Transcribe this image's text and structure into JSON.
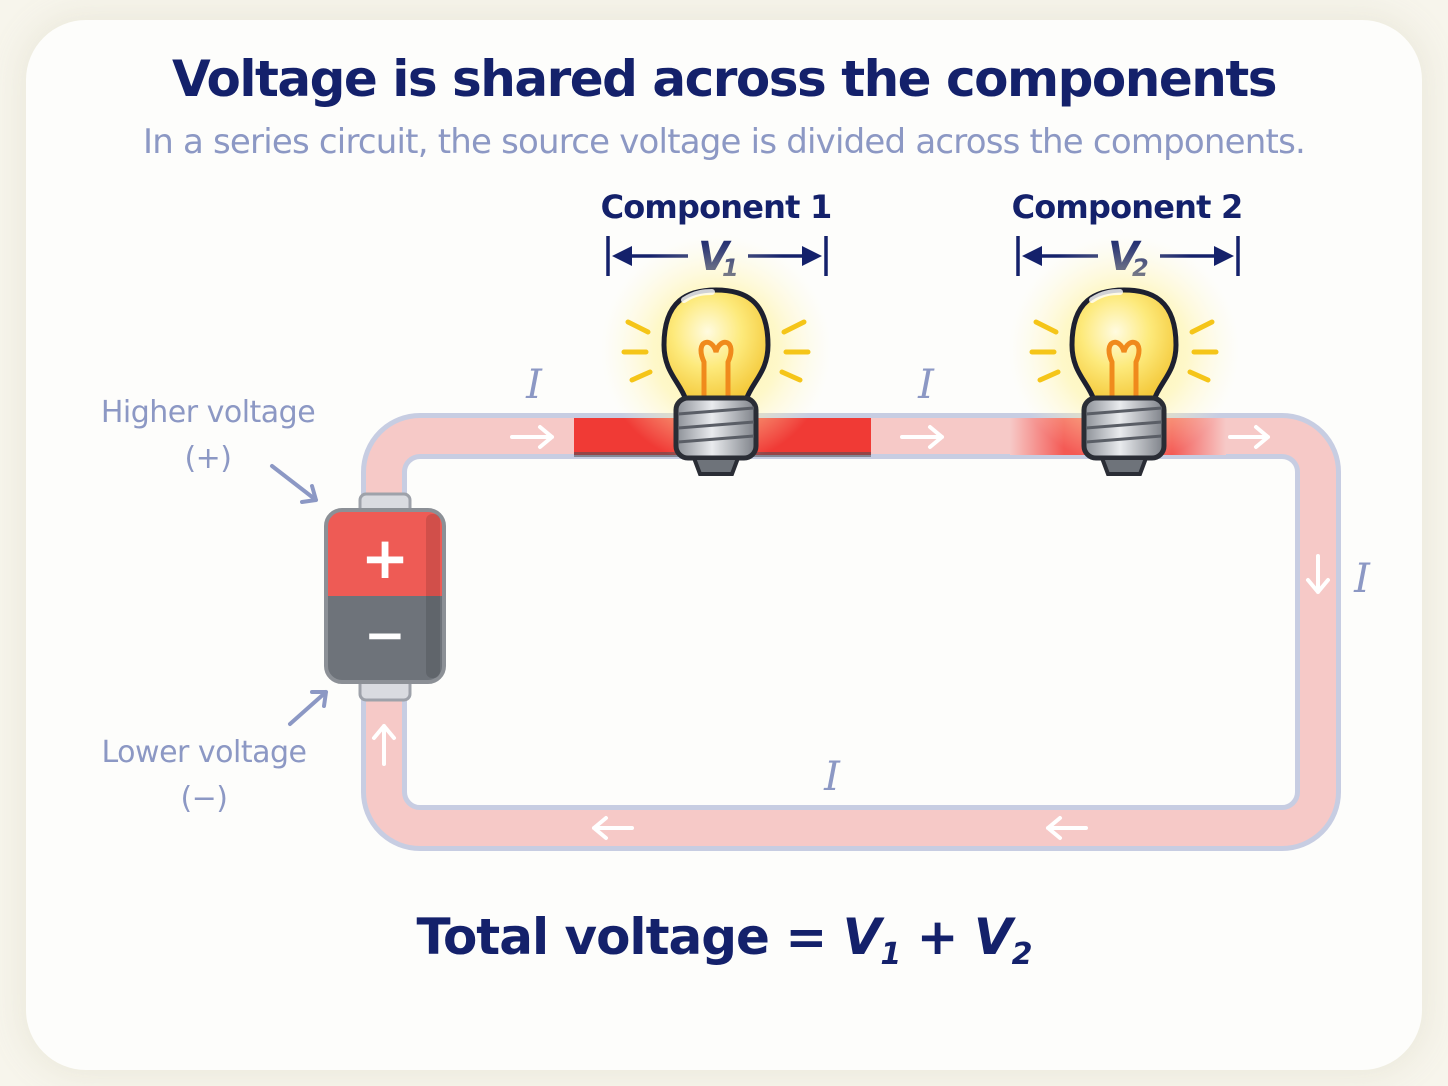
{
  "title": "Voltage is shared across the components",
  "subtitle": "In a series circuit, the source voltage is divided across the components.",
  "components": [
    {
      "label": "Component 1",
      "voltage_symbol": "V",
      "voltage_subscript": "1"
    },
    {
      "label": "Component 2",
      "voltage_symbol": "V",
      "voltage_subscript": "2"
    }
  ],
  "battery": {
    "positive_label": "Higher voltage",
    "positive_sign": "(+)",
    "negative_label": "Lower voltage",
    "negative_sign": "(−)",
    "plus_glyph": "+",
    "minus_glyph": "−"
  },
  "current_symbol": "I",
  "total": {
    "prefix": "Total voltage = ",
    "term1_symbol": "V",
    "term1_sub": "1",
    "plus": " + ",
    "term2_symbol": "V",
    "term2_sub": "2"
  },
  "colors": {
    "wire": "#f6c9c7",
    "wire_outline": "#c7cde2",
    "component_highlight": "#f03a35",
    "battery_positive": "#ee5b55",
    "battery_negative": "#6e737a",
    "text_dark": "#14216b",
    "text_light": "#8c98c4",
    "bulb_glass": "#fde978",
    "bulb_filament": "#f08a1c"
  }
}
